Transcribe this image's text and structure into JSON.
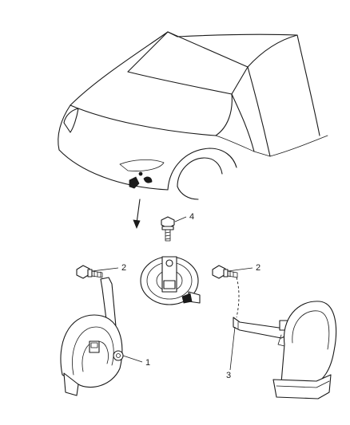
{
  "diagram": {
    "callouts": {
      "c1": "1",
      "c2_left": "2",
      "c2_right": "2",
      "c3": "3",
      "c4": "4"
    },
    "colors": {
      "line": "#1a1a1a",
      "background": "#ffffff"
    }
  }
}
